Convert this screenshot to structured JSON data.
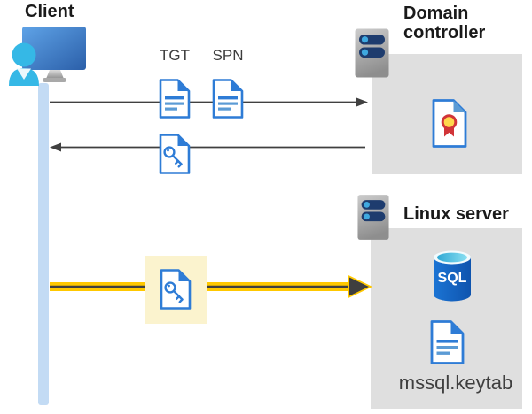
{
  "client": {
    "label": "Client"
  },
  "tickets": {
    "tgt": "TGT",
    "spn": "SPN"
  },
  "domain_controller": {
    "label": "Domain controller"
  },
  "linux_server": {
    "label": "Linux server",
    "sql_badge": "SQL",
    "keytab_file": "mssql.keytab"
  },
  "icons": {
    "client": "user-computer-icon",
    "domain_controller": "server-icon",
    "linux_server": "server-icon",
    "tgt": "document-icon",
    "spn": "document-icon",
    "service_ticket": "key-document-icon",
    "certificate": "certificate-icon",
    "sql": "sql-database-icon",
    "keytab": "document-icon"
  },
  "colors": {
    "accent_yellow": "#FFC800",
    "doc_blue": "#2E7CD6",
    "doc_line_blue": "#5B9BD5",
    "box_gray": "#DFDFDF",
    "highlight_cream": "#FBF3CE",
    "timeline_blue": "#C3DBF4",
    "arrow_gray": "#404040",
    "seal_red": "#D13438",
    "seal_yellow": "#FFD84D",
    "person_cyan": "#35B8E6"
  }
}
